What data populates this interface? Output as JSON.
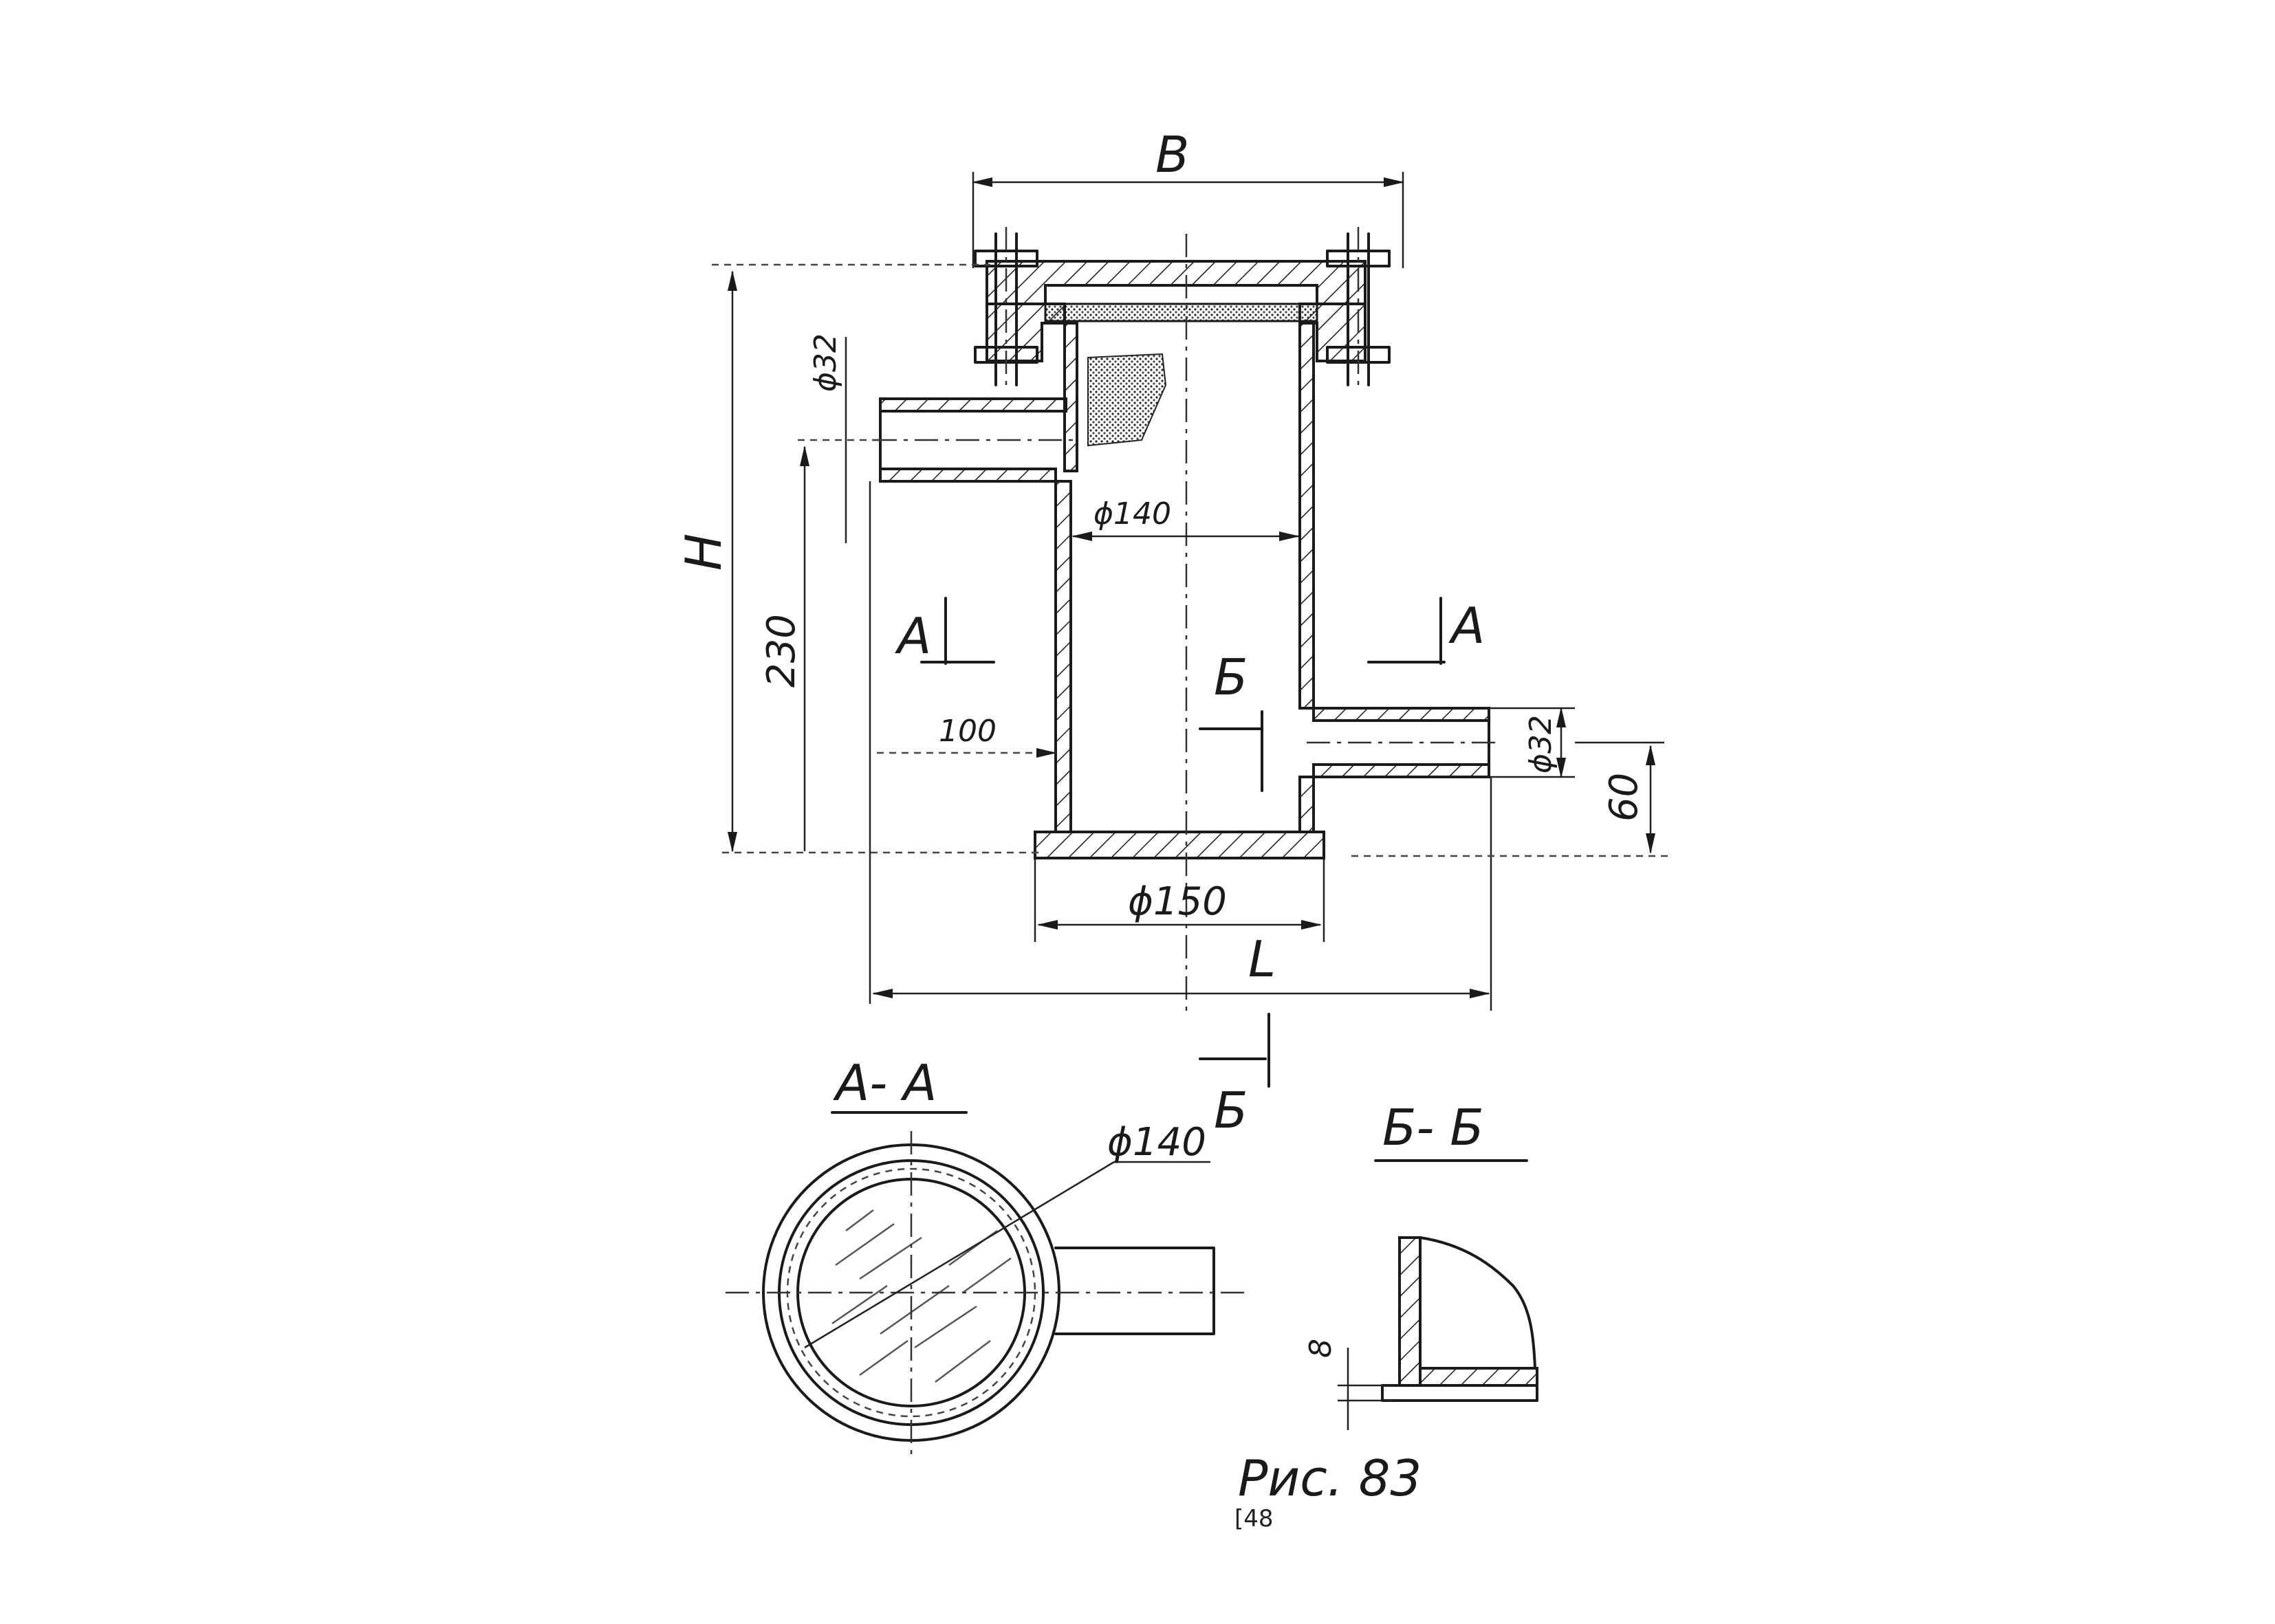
{
  "labels": {
    "dim_B": "B",
    "dim_H": "H",
    "dim_L": "L",
    "dim_d32_left": "ϕ32",
    "dim_d32_right": "ϕ32",
    "dim_d140": "ϕ140",
    "dim_d150": "ϕ150",
    "dim_230": "230",
    "dim_100": "100",
    "dim_60": "60",
    "dim_8": "8",
    "cut_A_left": "A",
    "cut_A_right": "A",
    "cut_B_top": "Б",
    "cut_B_bottom": "Б",
    "section_AA": "A- A",
    "section_BB": "Б- Б",
    "section_AA_d140": "ϕ140",
    "figure_caption": "Рис. 83",
    "page_number": "[48"
  }
}
